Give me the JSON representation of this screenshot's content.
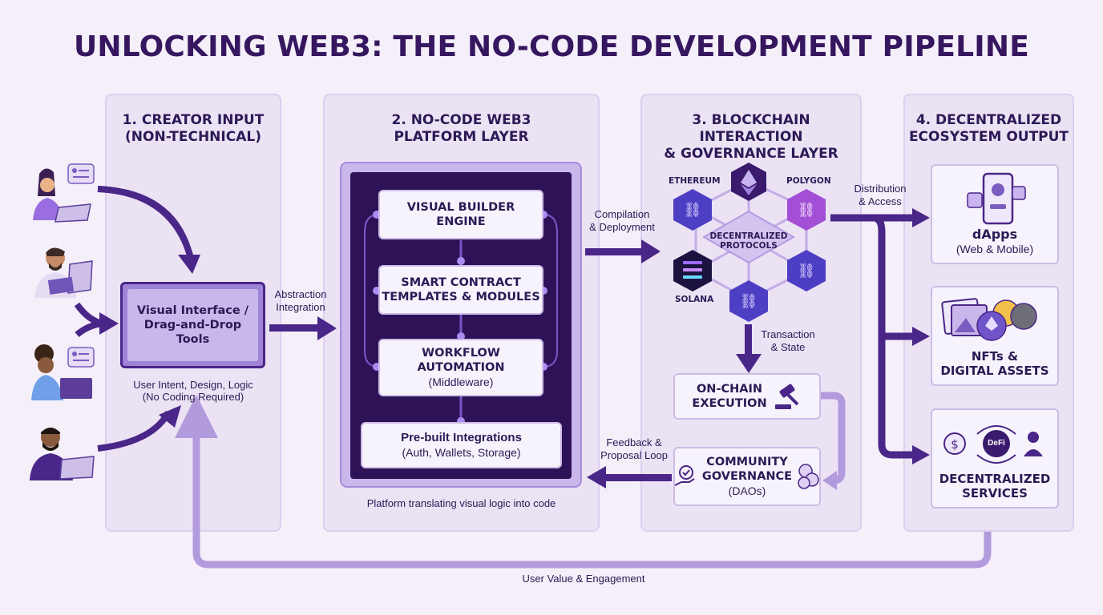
{
  "title": "UNLOCKING WEB3: THE NO-CODE DEVELOPMENT PIPELINE",
  "colors": {
    "accent": "#4a2688",
    "light_accent": "#b29bdc",
    "panel": "#ebe2f4",
    "dark_platform": "#2e1257"
  },
  "panel1": {
    "title": "1. CREATOR INPUT\n(NON-TECHNICAL)",
    "box": "Visual Interface /\nDrag-and-Drop\nTools",
    "caption": "User Intent, Design, Logic\n(No Coding Required)",
    "icons": [
      "creator-woman-laptop-icon",
      "creator-man-tablet-icon",
      "creator-woman-laptop-icon",
      "creator-man-laptop-icon"
    ]
  },
  "panel2": {
    "title": "2. NO-CODE WEB3\nPLATFORM LAYER",
    "modules": [
      {
        "title": "VISUAL BUILDER\nENGINE",
        "sub": ""
      },
      {
        "title": "SMART CONTRACT\nTEMPLATES & MODULES",
        "sub": ""
      },
      {
        "title": "WORKFLOW\nAUTOMATION",
        "sub": "(Middleware)"
      }
    ],
    "integrations": {
      "title": "Pre-built Integrations",
      "sub": "(Auth, Wallets, Storage)"
    },
    "caption": "Platform translating visual logic into code"
  },
  "panel3": {
    "title": "3. BLOCKCHAIN INTERACTION\n& GOVERNANCE LAYER",
    "chains": {
      "ethereum": "ETHEREUM",
      "polygon": "POLYGON",
      "solana": "SOLANA",
      "center": "DECENTRALIZED\nPROTOCOLS"
    },
    "execution": "ON-CHAIN\nEXECUTION",
    "governance": {
      "title": "COMMUNITY\nGOVERNANCE",
      "sub": "(DAOs)"
    }
  },
  "panel4": {
    "title": "4. DECENTRALIZED\nECOSYSTEM OUTPUT",
    "dapps": {
      "title": "dApps",
      "sub": "(Web & Mobile)"
    },
    "nfts": {
      "title": "NFTs &\nDIGITAL ASSETS"
    },
    "services": {
      "title": "DECENTRALIZED\nSERVICES",
      "defi": "DeFi"
    }
  },
  "flows": {
    "abstraction": "Abstraction\nIntegration",
    "compilation": "Compilation\n& Deployment",
    "transaction": "Transaction\n& State",
    "feedback": "Feedback &\nProposal Loop",
    "distribution": "Distribution\n& Access",
    "user_value": "User Value & Engagement"
  }
}
